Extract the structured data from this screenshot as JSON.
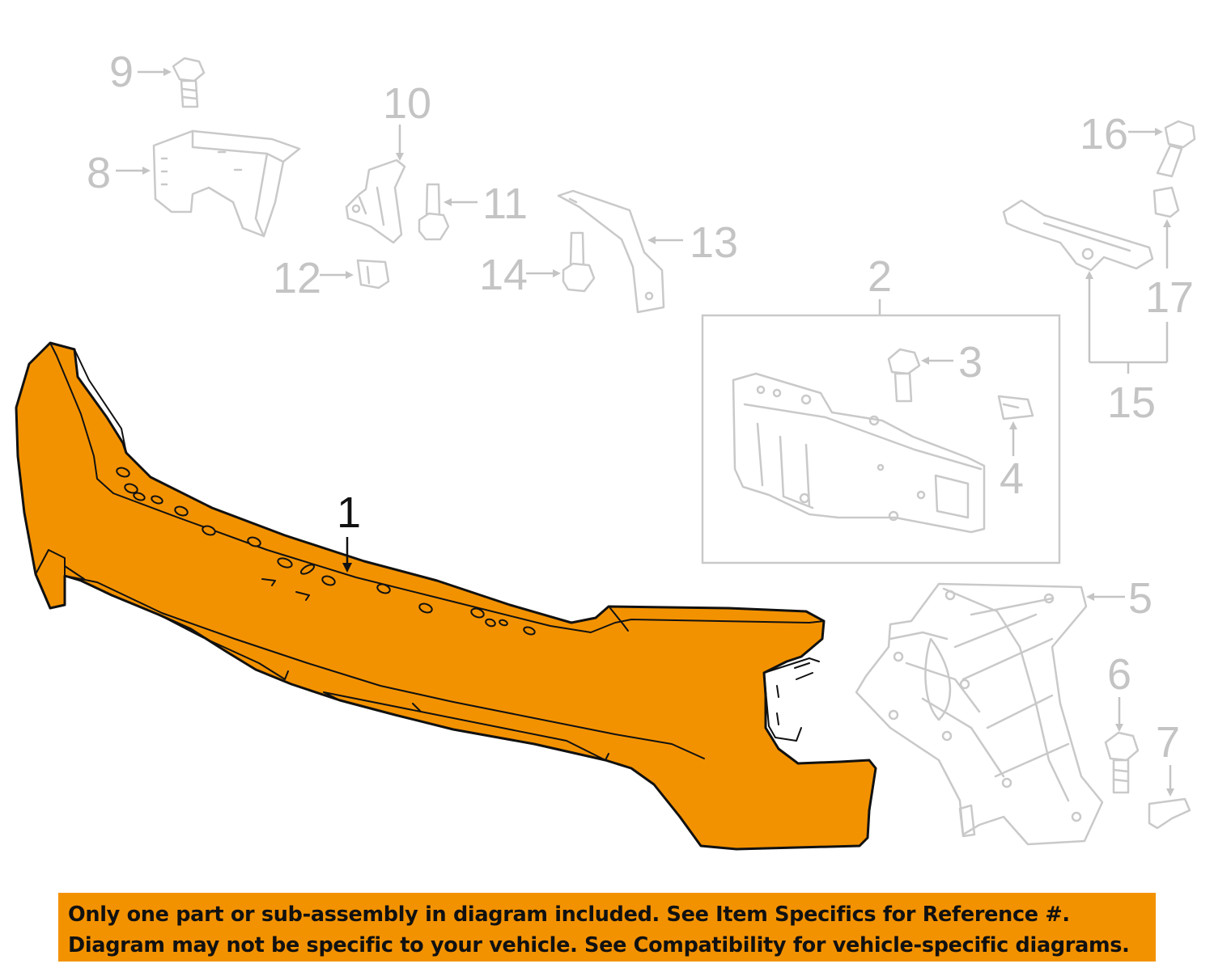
{
  "diagram": {
    "callouts": [
      "1",
      "2",
      "3",
      "4",
      "5",
      "6",
      "7",
      "8",
      "9",
      "10",
      "11",
      "12",
      "13",
      "14",
      "15",
      "16",
      "17"
    ],
    "highlight_color": "#f39200",
    "highlighted_part": "1"
  },
  "disclaimer": {
    "line1": "Only one part or sub-assembly in diagram included. See Item Specifics for Reference #.",
    "line2": "Diagram may not be specific to your vehicle. See Compatibility for vehicle-specific diagrams."
  }
}
